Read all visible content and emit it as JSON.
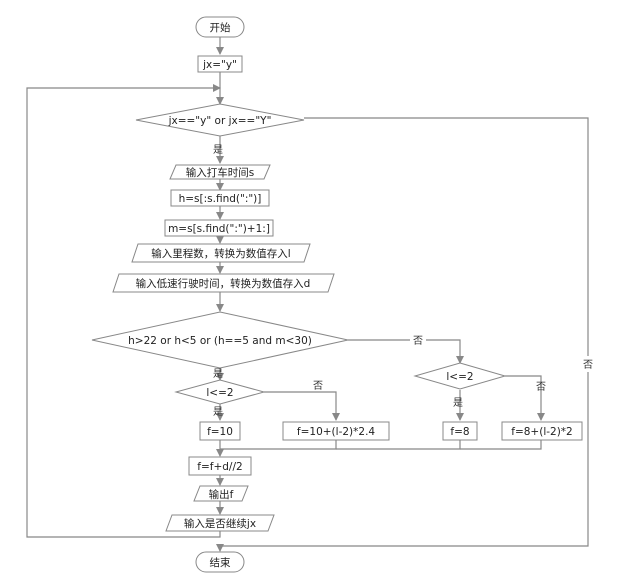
{
  "flowchart": {
    "start": "开始",
    "init": "jx=\"y\"",
    "loop_condition": "jx==\"y\" or jx==\"Y\"",
    "input_time": "输入打车时间s",
    "parse_hour": "h=s[:s.find(\":\")]",
    "parse_minute": "m=s[s.find(\":\")+1:]",
    "input_distance": "输入里程数，转换为数值存入l",
    "input_low_speed": "输入低速行驶时间，转换为数值存入d",
    "night_condition": "h>22 or h<5 or (h==5 and m<30)",
    "day_distance_condition": "l<=2",
    "night_distance_condition": "l<=2",
    "day_base_fare": "f=10",
    "day_extra_fare": "f=10+(l-2)*2.4",
    "night_base_fare": "f=8",
    "night_extra_fare": "f=8+(l-2)*2",
    "add_low_speed": "f=f+d//2",
    "output_fare": "输出f",
    "input_continue": "输入是否继续jx",
    "end": "结束"
  },
  "labels": {
    "yes": "是",
    "no": "否"
  }
}
